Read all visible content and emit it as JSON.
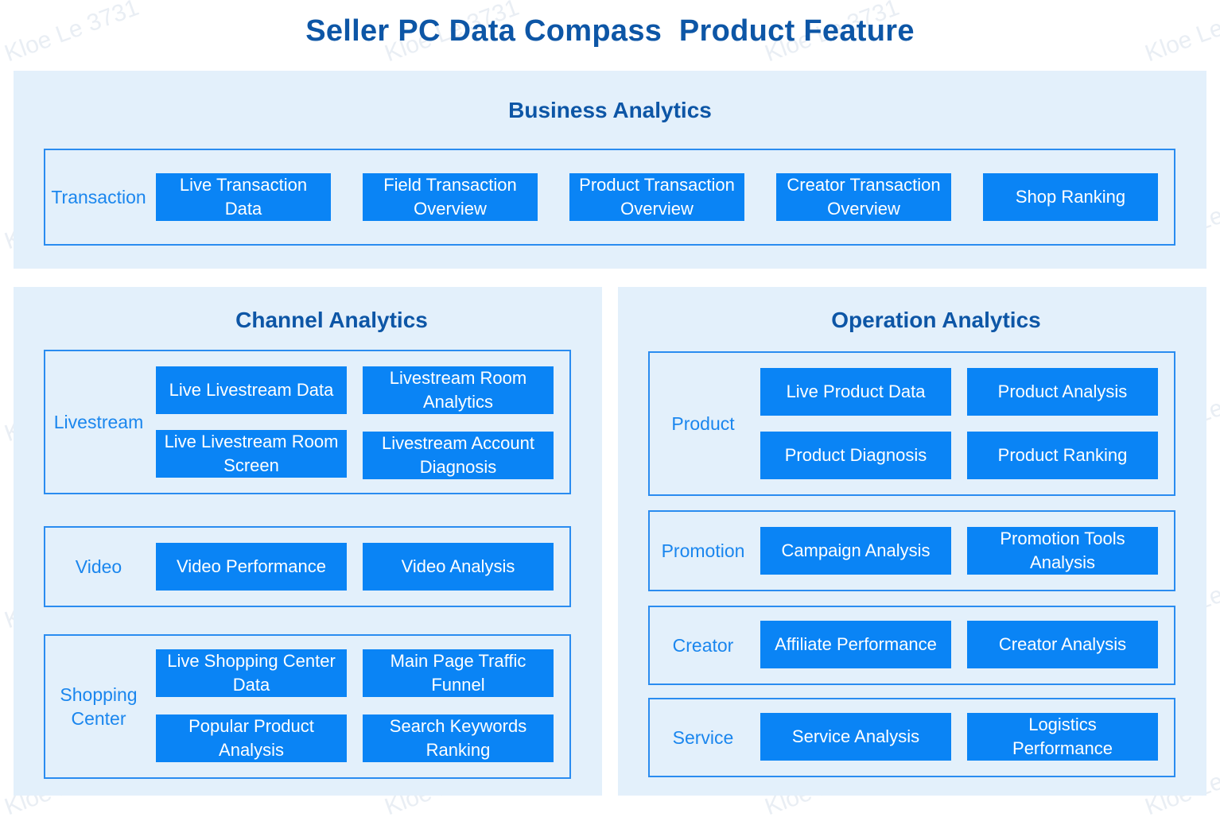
{
  "title": "Seller PC Data Compass  Product Feature",
  "watermark": "Kloe Le 3731",
  "business": {
    "title": "Business Analytics",
    "transaction": {
      "label": "Transaction",
      "items": [
        "Live Transaction Data",
        "Field Transaction Overview",
        "Product Transaction Overview",
        "Creator Transaction Overview",
        "Shop Ranking"
      ]
    }
  },
  "channel": {
    "title": "Channel Analytics",
    "livestream": {
      "label": "Livestream",
      "items": [
        "Live Livestream Data",
        "Livestream Room Analytics",
        "Live Livestream Room Screen",
        "Livestream Account Diagnosis"
      ]
    },
    "video": {
      "label": "Video",
      "items": [
        "Video Performance",
        "Video Analysis"
      ]
    },
    "shopping": {
      "label": "Shopping Center",
      "items": [
        "Live Shopping Center Data",
        "Main Page Traffic Funnel",
        "Popular Product Analysis",
        "Search Keywords Ranking"
      ]
    }
  },
  "operation": {
    "title": "Operation Analytics",
    "product": {
      "label": "Product",
      "items": [
        "Live Product Data",
        "Product Analysis",
        "Product Diagnosis",
        "Product Ranking"
      ]
    },
    "promotion": {
      "label": "Promotion",
      "items": [
        "Campaign Analysis",
        "Promotion Tools Analysis"
      ]
    },
    "creator": {
      "label": "Creator",
      "items": [
        "Affiliate Performance",
        "Creator Analysis"
      ]
    },
    "service": {
      "label": "Service",
      "items": [
        "Service Analysis",
        "Logistics Performance"
      ]
    }
  },
  "colors": {
    "title": "#0d56a6",
    "panel_bg": "#e3f0fb",
    "group_border": "#2a8cf0",
    "card_bg": "#0a84f5",
    "group_label": "#1a86ee"
  }
}
